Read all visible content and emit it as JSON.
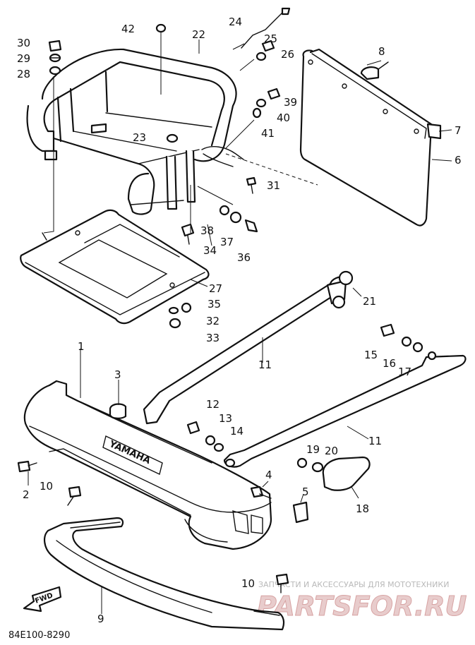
{
  "diagram_code": "84E100-8290",
  "brand_text": "YAMAHA",
  "fwd_label": "FWD",
  "watermark": {
    "tagline": "ЗАПЧАСТИ И АКСЕССУАРЫ ДЛЯ МОТОТЕХНИКИ",
    "site": "PARTSFOR.RU"
  },
  "callouts": [
    "1",
    "2",
    "3",
    "4",
    "5",
    "6",
    "7",
    "8",
    "9",
    "10",
    "10",
    "11",
    "11",
    "12",
    "13",
    "14",
    "15",
    "16",
    "17",
    "18",
    "19",
    "20",
    "21",
    "22",
    "23",
    "24",
    "25",
    "26",
    "27",
    "28",
    "29",
    "30",
    "31",
    "32",
    "33",
    "34",
    "35",
    "36",
    "37",
    "38",
    "39",
    "40",
    "41",
    "42"
  ]
}
